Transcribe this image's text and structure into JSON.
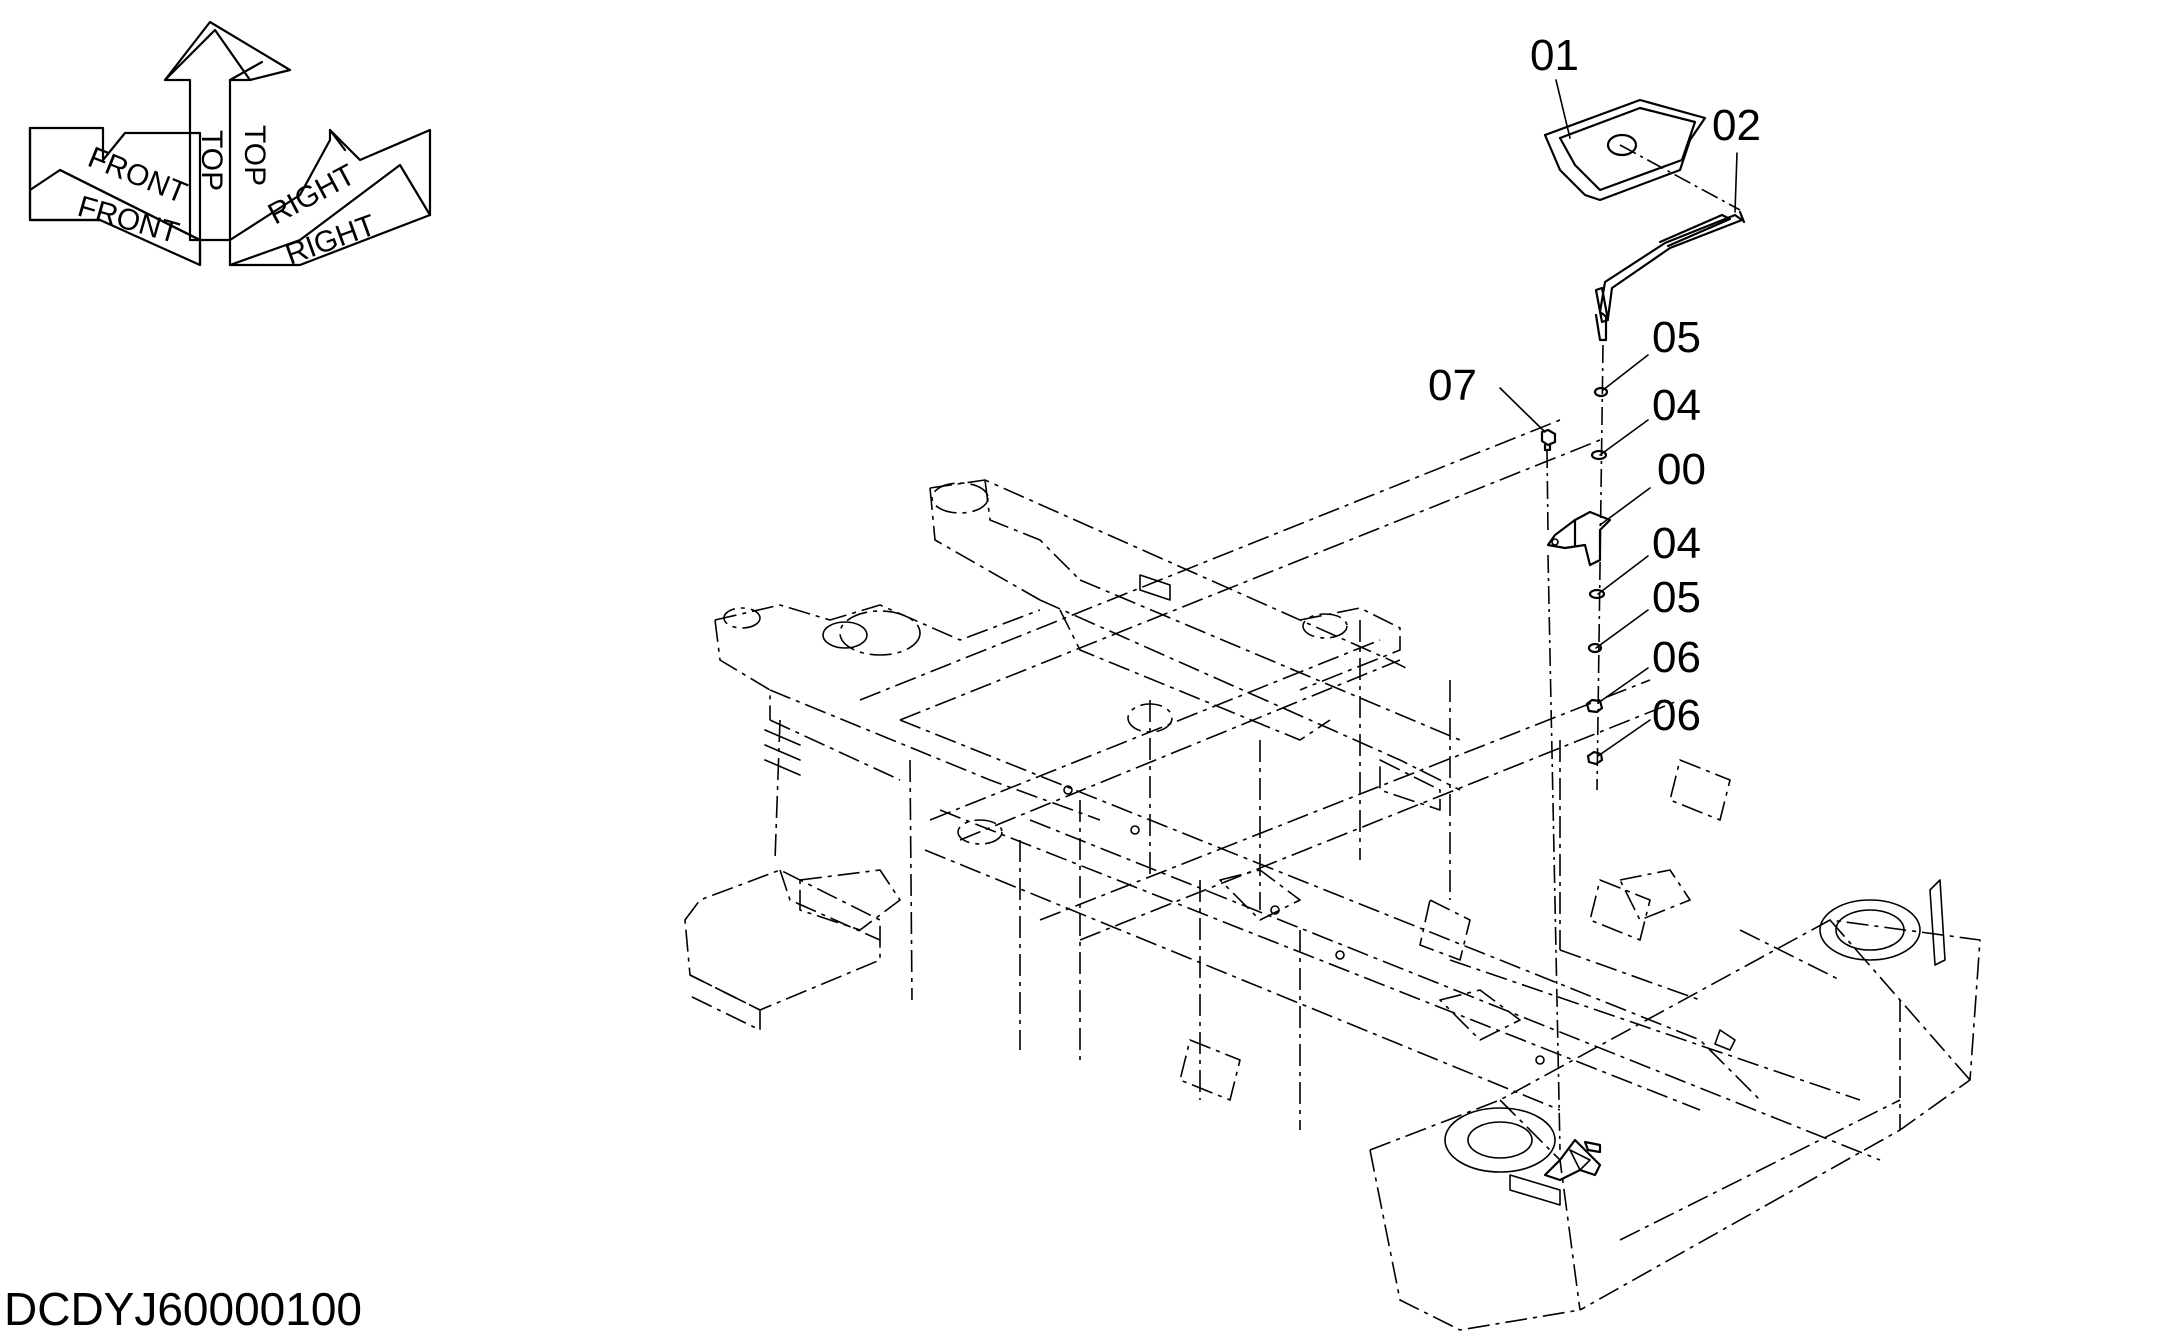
{
  "document_id": "DCDYJ60000100",
  "orientation": {
    "front_labels": [
      "FRONT",
      "FRONT"
    ],
    "top_labels": [
      "TOP",
      "TOP"
    ],
    "right_labels": [
      "RIGHT",
      "RIGHT"
    ]
  },
  "callouts": [
    {
      "id": "c01",
      "label": "01"
    },
    {
      "id": "c02",
      "label": "02"
    },
    {
      "id": "c05a",
      "label": "05"
    },
    {
      "id": "c07",
      "label": "07"
    },
    {
      "id": "c04a",
      "label": "04"
    },
    {
      "id": "c00",
      "label": "00"
    },
    {
      "id": "c04b",
      "label": "04"
    },
    {
      "id": "c05b",
      "label": "05"
    },
    {
      "id": "c06a",
      "label": "06"
    },
    {
      "id": "c06b",
      "label": "06"
    }
  ]
}
